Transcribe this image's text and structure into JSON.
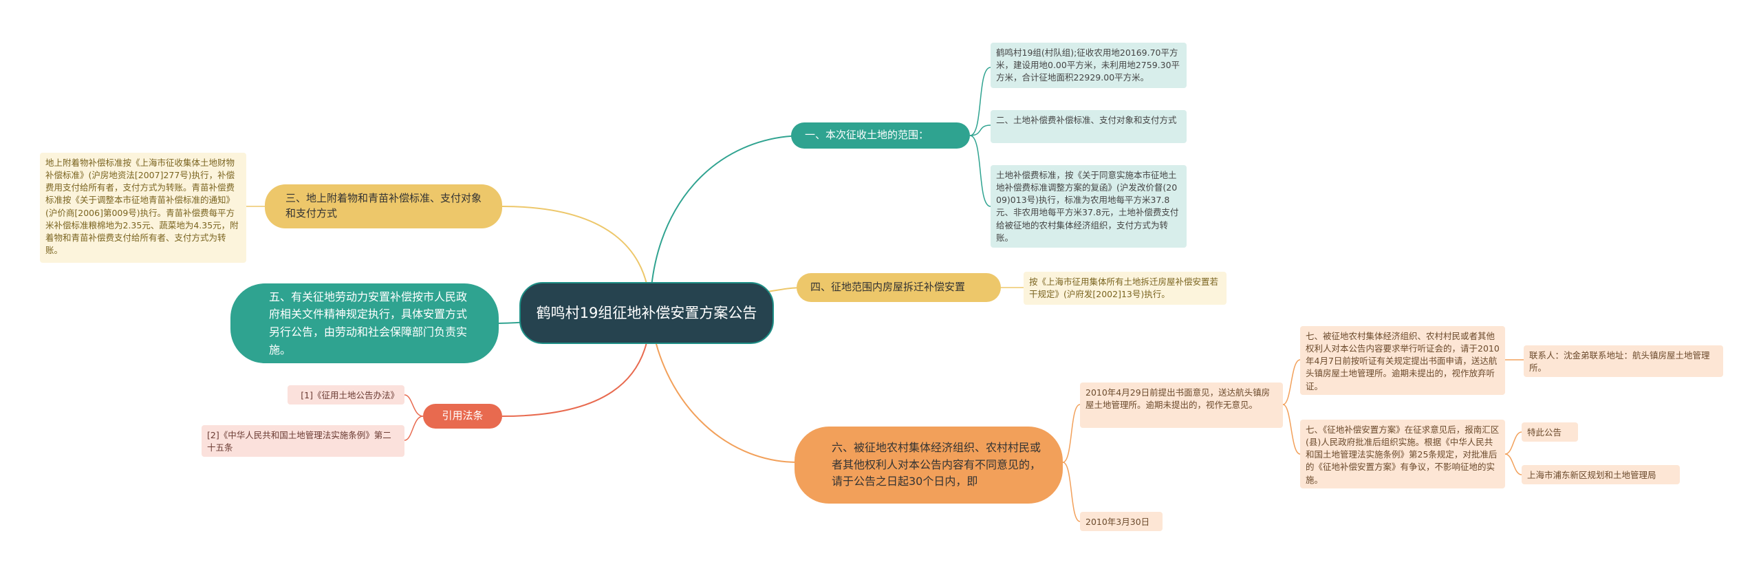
{
  "center": {
    "label": "鹤鸣村19组征地补偿安置方案公告"
  },
  "branch1": {
    "label": "一、本次征收土地的范围：",
    "leaves": [
      "鹤鸣村19组(村队组);征收农用地20169.70平方米，建设用地0.00平方米，未利用地2759.30平方米，合计征地面积22929.00平方米。",
      "二、土地补偿费补偿标准、支付对象和支付方式",
      "土地补偿费标准，按《关于同意实施本市征地土地补偿费标准调整方案的复函》(沪发改价督(2009)013号)执行，标准为农用地每平方米37.8元、非农用地每平方米37.8元，土地补偿费支付给被征地的农村集体经济组织，支付方式为转账。"
    ]
  },
  "branch3": {
    "label": "三、地上附着物和青苗补偿标准、支付对象和支付方式",
    "leaf": "地上附着物补偿标准按《上海市征收集体土地财物补偿标准》(沪房地资法[2007]277号)执行，补偿费用支付给所有者，支付方式为转账。青苗补偿费标准按《关于调整本市征地青苗补偿标准的通知》(沪价商[2006]第009号)执行。青苗补偿费每平方米补偿标准粮棉地为2.35元、蔬菜地为4.35元，附着物和青苗补偿费支付给所有者、支付方式为转账。"
  },
  "branch4": {
    "label": "四、征地范围内房屋拆迁补偿安置",
    "leaf": "按《上海市征用集体所有土地拆迁房屋补偿安置若干规定》(沪府发[2002]13号)执行。"
  },
  "branch5": {
    "label": "五、有关征地劳动力安置补偿按市人民政府相关文件精神规定执行，具体安置方式另行公告，由劳动和社会保障部门负责实施。"
  },
  "branch_ref": {
    "label": "引用法条",
    "leaves": [
      "[1]《征用土地公告办法》",
      "[2]《中华人民共和国土地管理法实施条例》第二十五条"
    ]
  },
  "branch6": {
    "label": "六、被征地农村集体经济组织、农村村民或者其他权利人对本公告内容有不同意见的，请于公告之日起30个日内，即",
    "leaf_a": "2010年4月29日前提出书面意见，送达航头镇房屋土地管理所。逾期未提出的，视作无意见。",
    "leaf_b": "2010年3月30日",
    "sub7a": "七、被征地农村集体经济组织、农村村民或者其他权利人对本公告内容要求举行听证会的，请于2010年4月7日前按听证有关规定提出书面申请，送达航头镇房屋土地管理所。逾期未提出的，视作放弃听证。",
    "sub7a_contact": "联系人：沈金弟联系地址：航头镇房屋土地管理所。",
    "sub7b": "七、《征地补偿安置方案》在征求意见后，报南汇区(县)人民政府批准后组织实施。根据《中华人民共和国土地管理法实施条例》第25条规定，对批准后的《征地补偿安置方案》有争议，不影响征地的实施。",
    "sub7b_leaf1": "特此公告",
    "sub7b_leaf2": "上海市浦东新区规划和土地管理局"
  },
  "colors": {
    "center_bg": "#26434f",
    "teal": "#2fa390",
    "yellow": "#edc76a",
    "orange": "#f2a05a",
    "red": "#e86a4f"
  }
}
